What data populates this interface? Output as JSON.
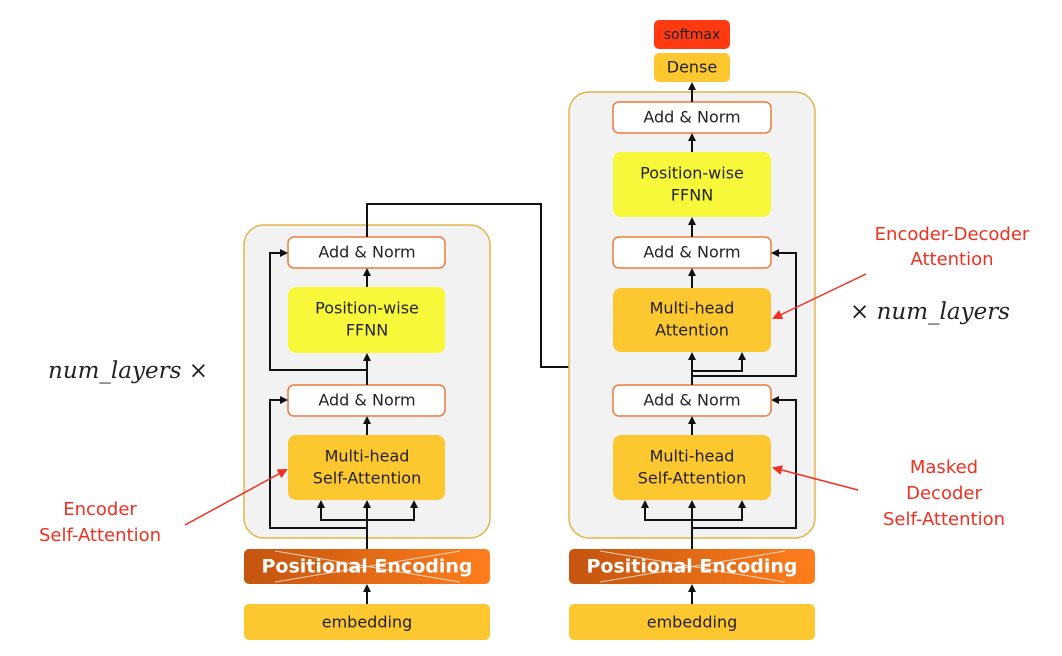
{
  "colors": {
    "container_fill": "#f2f2f2",
    "container_stroke": "#e2b54a",
    "add_norm_stroke": "#f07a3a",
    "ffnn": "#f8f83a",
    "attention": "#fdc82f",
    "softmax": "#ff3a10",
    "positional_start": "#c4550f",
    "positional_end": "#ff7d1c",
    "annotation": "#f03020"
  },
  "encoder": {
    "add_norm_top": "Add & Norm",
    "ffnn": [
      "Position-wise",
      "FFNN"
    ],
    "add_norm_bottom": "Add & Norm",
    "self_attention": [
      "Multi-head",
      "Self-Attention"
    ],
    "positional_encoding": "Positional Encoding",
    "embedding": "embedding",
    "repeat_label": "num_layers ×"
  },
  "decoder": {
    "softmax": "softmax",
    "dense": "Dense",
    "add_norm_top": "Add & Norm",
    "ffnn": [
      "Position-wise",
      "FFNN"
    ],
    "add_norm_mid": "Add & Norm",
    "cross_attention": [
      "Multi-head",
      "Attention"
    ],
    "add_norm_bottom": "Add & Norm",
    "self_attention": [
      "Multi-head",
      "Self-Attention"
    ],
    "positional_encoding": "Positional Encoding",
    "embedding": "embedding",
    "repeat_label": "× num_layers"
  },
  "annotations": {
    "encoder_self_attention": [
      "Encoder",
      "Self-Attention"
    ],
    "encoder_decoder_attention": [
      "Encoder-Decoder",
      "Attention"
    ],
    "masked_decoder_self_attention": [
      "Masked",
      "Decoder",
      "Self-Attention"
    ]
  }
}
